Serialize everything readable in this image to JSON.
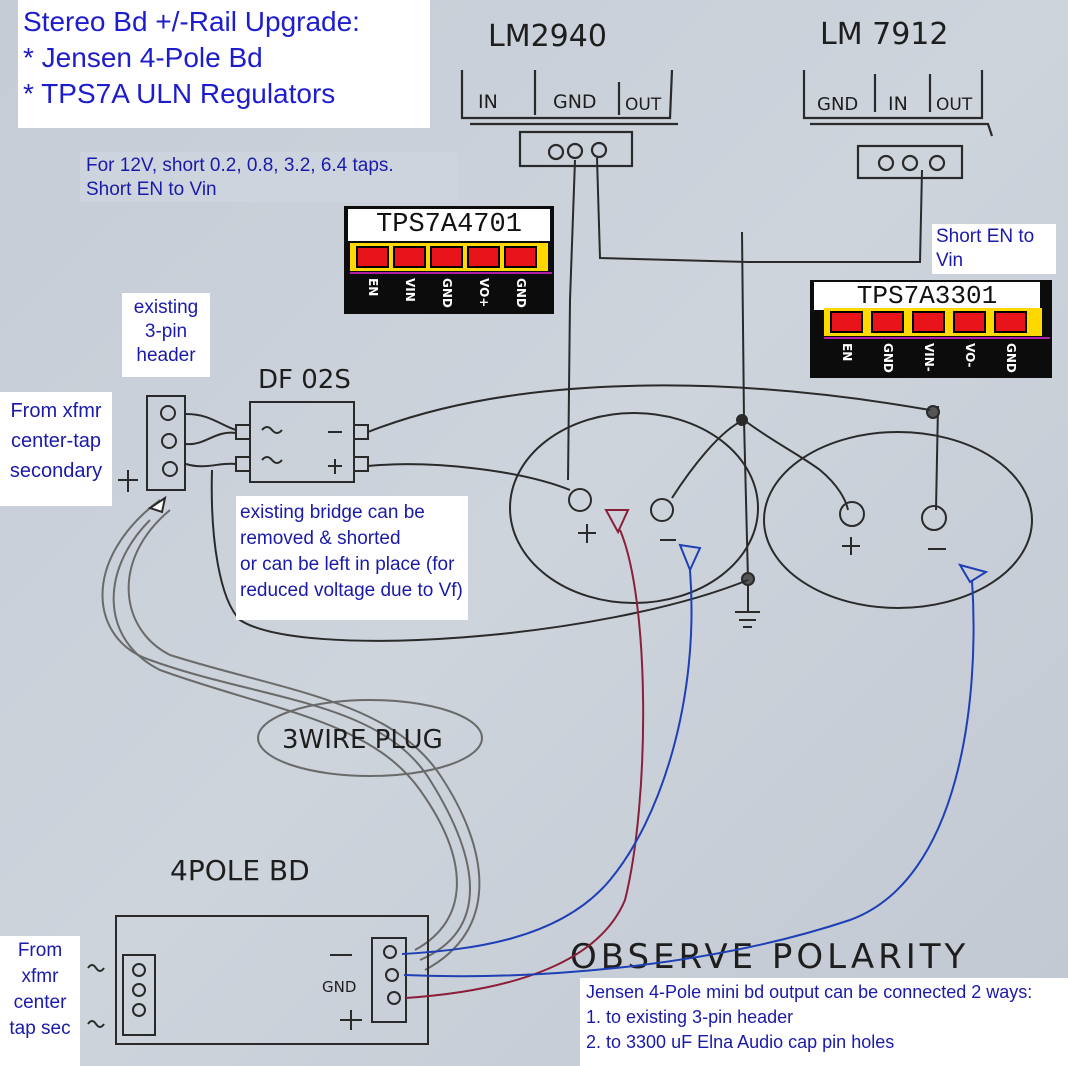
{
  "title": {
    "line1": "Stereo Bd +/-Rail Upgrade:",
    "line2": "* Jensen 4-Pole Bd",
    "line3": "* TPS7A ULN Regulators"
  },
  "notes": {
    "twelve_v_line1": "For 12V, short 0.2, 0.8, 3.2, 6.4 taps.",
    "twelve_v_line2": "Short EN to Vin",
    "short_en_line1": "Short EN to",
    "short_en_line2": "Vin",
    "existing_header_line1": "existing",
    "existing_header_line2": "3-pin",
    "existing_header_line3": "header",
    "from_xfmr_line1": "From xfmr",
    "from_xfmr_line2": "center-tap",
    "from_xfmr_line3": "secondary",
    "bridge_line1": "existing bridge can be",
    "bridge_line2": "removed & shorted",
    "bridge_line3": "or can be left in place (for",
    "bridge_line4": "reduced voltage due to Vf)",
    "from_xfmr_ct_line1": "From",
    "from_xfmr_ct_line2": "xfmr",
    "from_xfmr_ct_line3": "center",
    "from_xfmr_ct_line4": "tap sec",
    "jensen_line1": "Jensen 4-Pole mini bd output can be connected 2 ways:",
    "jensen_line2": "1. to existing 3-pin header",
    "jensen_line3": "2. to 3300 uF Elna Audio cap pin holes"
  },
  "chips": {
    "left": {
      "name": "TPS7A4701",
      "pins": [
        "EN",
        "VIN",
        "GND",
        "VO+",
        "GND"
      ]
    },
    "right": {
      "name": "TPS7A3301",
      "pins": [
        "EN",
        "GND",
        "VIN-",
        "VO-",
        "GND"
      ]
    }
  },
  "handwriting": {
    "lm2940": "LM2940",
    "lm7912": "LM 7912",
    "lm2940_pins": [
      "IN",
      "GND",
      "OUT"
    ],
    "lm7912_pins": [
      "GND",
      "IN",
      "OUT"
    ],
    "df02s": "DF 02S",
    "three_wire": "3WIRE PLUG",
    "four_pole": "4POLE BD",
    "observe": "OBSERVE POLARITY",
    "bd_gnd": "GND"
  },
  "colors": {
    "ink": "#2a2a2a",
    "red_wire": "#8b1f3a",
    "blue_wire": "#1f3fb5",
    "note_text": "#1a1aa8",
    "pin_red": "#e8141a",
    "pin_strip": "#ffd800"
  }
}
